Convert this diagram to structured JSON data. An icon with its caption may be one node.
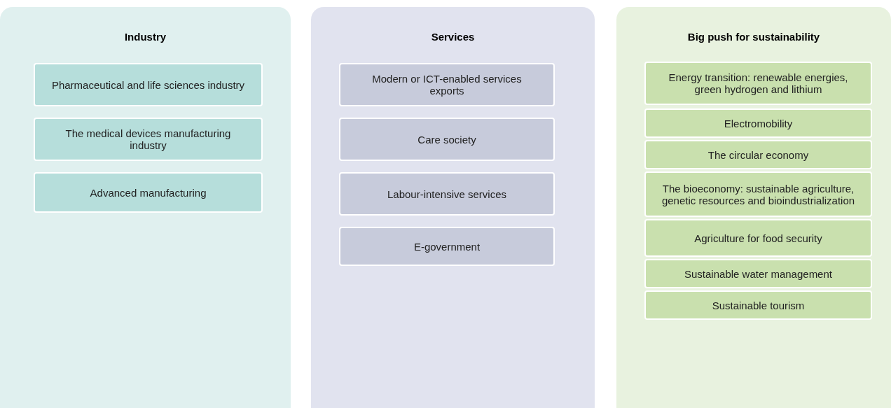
{
  "diagram": {
    "nodes": [
      {
        "text": [
          "Industry"
        ]
      },
      {
        "text": [
          "Pharmaceutical and life sciences industry"
        ],
        "in": 0
      },
      {
        "text": [
          "The medical devices manufacturing industry"
        ],
        "in": 0
      },
      {
        "text": [
          "Advanced manufacturing"
        ],
        "in": 0
      },
      {
        "text": [
          "Services"
        ]
      },
      {
        "text": [
          "Modern or ICT-enabled services exports"
        ],
        "in": 4
      },
      {
        "text": [
          "Care society"
        ],
        "in": 4
      },
      {
        "text": [
          "Labour-intensive services"
        ],
        "in": 4
      },
      {
        "text": [
          "E-government"
        ],
        "in": 4
      },
      {
        "text": [
          "Big push for sustainability"
        ]
      },
      {
        "text": [
          "Energy transition: renewable energies, green hydrogen and lithium"
        ],
        "in": 9
      },
      {
        "text": [
          "Electromobility"
        ],
        "in": 9
      },
      {
        "text": [
          "The circular economy"
        ],
        "in": 9
      },
      {
        "text": [
          "The bioeconomy: sustainable agriculture, genetic resources and bioindustrialization"
        ],
        "in": 9
      },
      {
        "text": [
          "Agriculture for food security"
        ],
        "in": 9
      },
      {
        "text": [
          "Sustainable water management"
        ],
        "in": 9
      },
      {
        "text": [
          "Sustainable tourism"
        ],
        "in": 9
      }
    ]
  }
}
